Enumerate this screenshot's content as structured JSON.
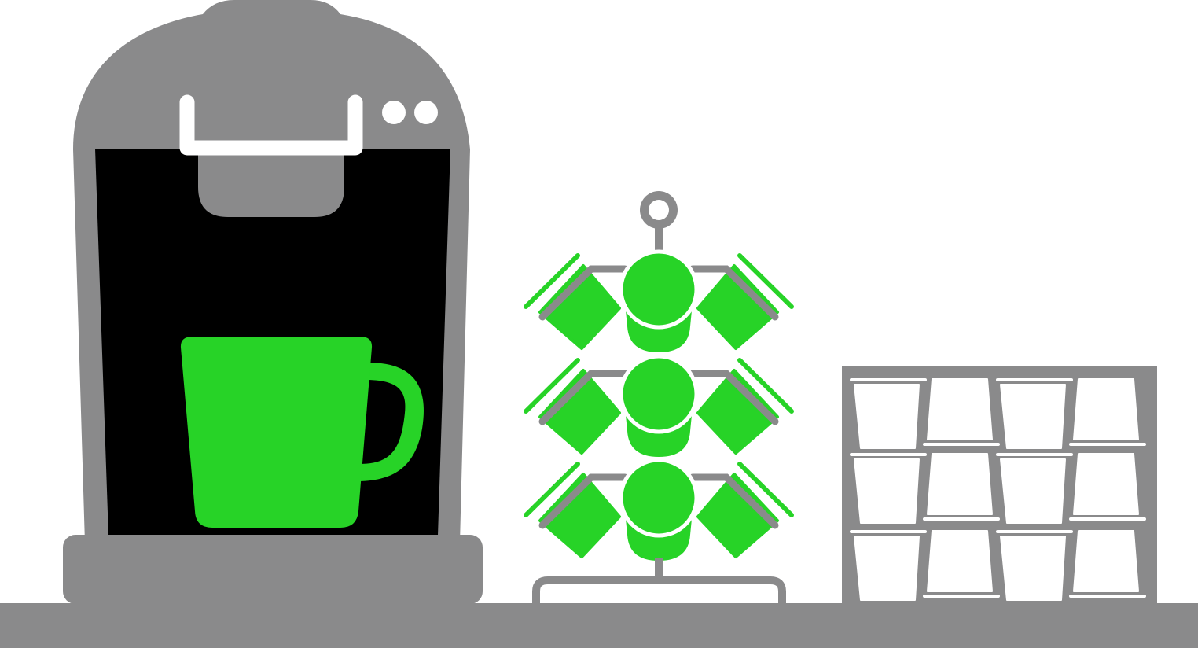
{
  "colors": {
    "gray": "#8a8a8b",
    "green": "#27d327",
    "black": "#000000",
    "white": "#ffffff"
  },
  "scene": {
    "objects": [
      "coffee-maker",
      "coffee-mug",
      "pod-carousel",
      "pod-drawer"
    ],
    "carousel_tiers": 3,
    "drawer_rows": 3,
    "drawer_columns": 4
  }
}
